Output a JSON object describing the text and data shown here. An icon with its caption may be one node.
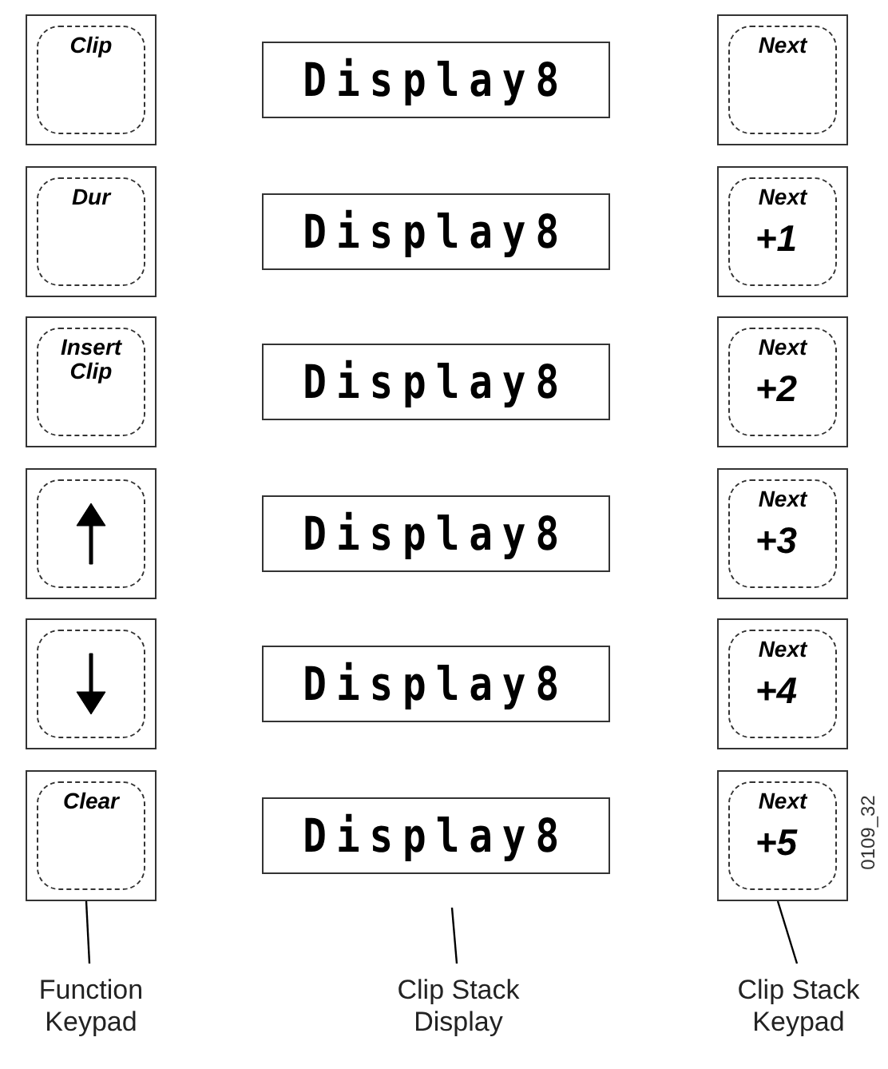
{
  "diagram": {
    "nodes": [
      {
        "text": [
          "Clip"
        ]
      },
      {
        "text": [
          "Dur"
        ]
      },
      {
        "text": [
          "Insert Clip"
        ]
      },
      {
        "text": [],
        "shape": "box"
      },
      {
        "text": [],
        "shape": "box"
      },
      {
        "text": [
          "Clear"
        ]
      },
      {
        "text": [
          "Display8"
        ]
      },
      {
        "text": [
          "Display8"
        ]
      },
      {
        "text": [
          "Display8"
        ]
      },
      {
        "text": [
          "Display8"
        ]
      },
      {
        "text": [
          "Display8"
        ]
      },
      {
        "text": [
          "Display8"
        ]
      },
      {
        "text": [
          "Next"
        ]
      },
      {
        "text": [
          "Next",
          "+1"
        ]
      },
      {
        "text": [
          "Next",
          "+2"
        ]
      },
      {
        "text": [
          "Next",
          "+3"
        ]
      },
      {
        "text": [
          "Next",
          "+4"
        ]
      },
      {
        "text": [
          "Next",
          "+5"
        ]
      },
      {
        "text": [
          "Function Keypad"
        ]
      },
      {
        "text": [
          "Clip Stack Display"
        ]
      },
      {
        "text": [
          "Clip Stack Keypad"
        ]
      }
    ],
    "edges": [
      {
        "from": 18,
        "to": 5,
        "arrow": "none"
      },
      {
        "from": 19,
        "to": null,
        "arrow": "none"
      },
      {
        "from": 20,
        "to": 17,
        "arrow": "none"
      }
    ],
    "labels": [
      "0109_32"
    ]
  }
}
